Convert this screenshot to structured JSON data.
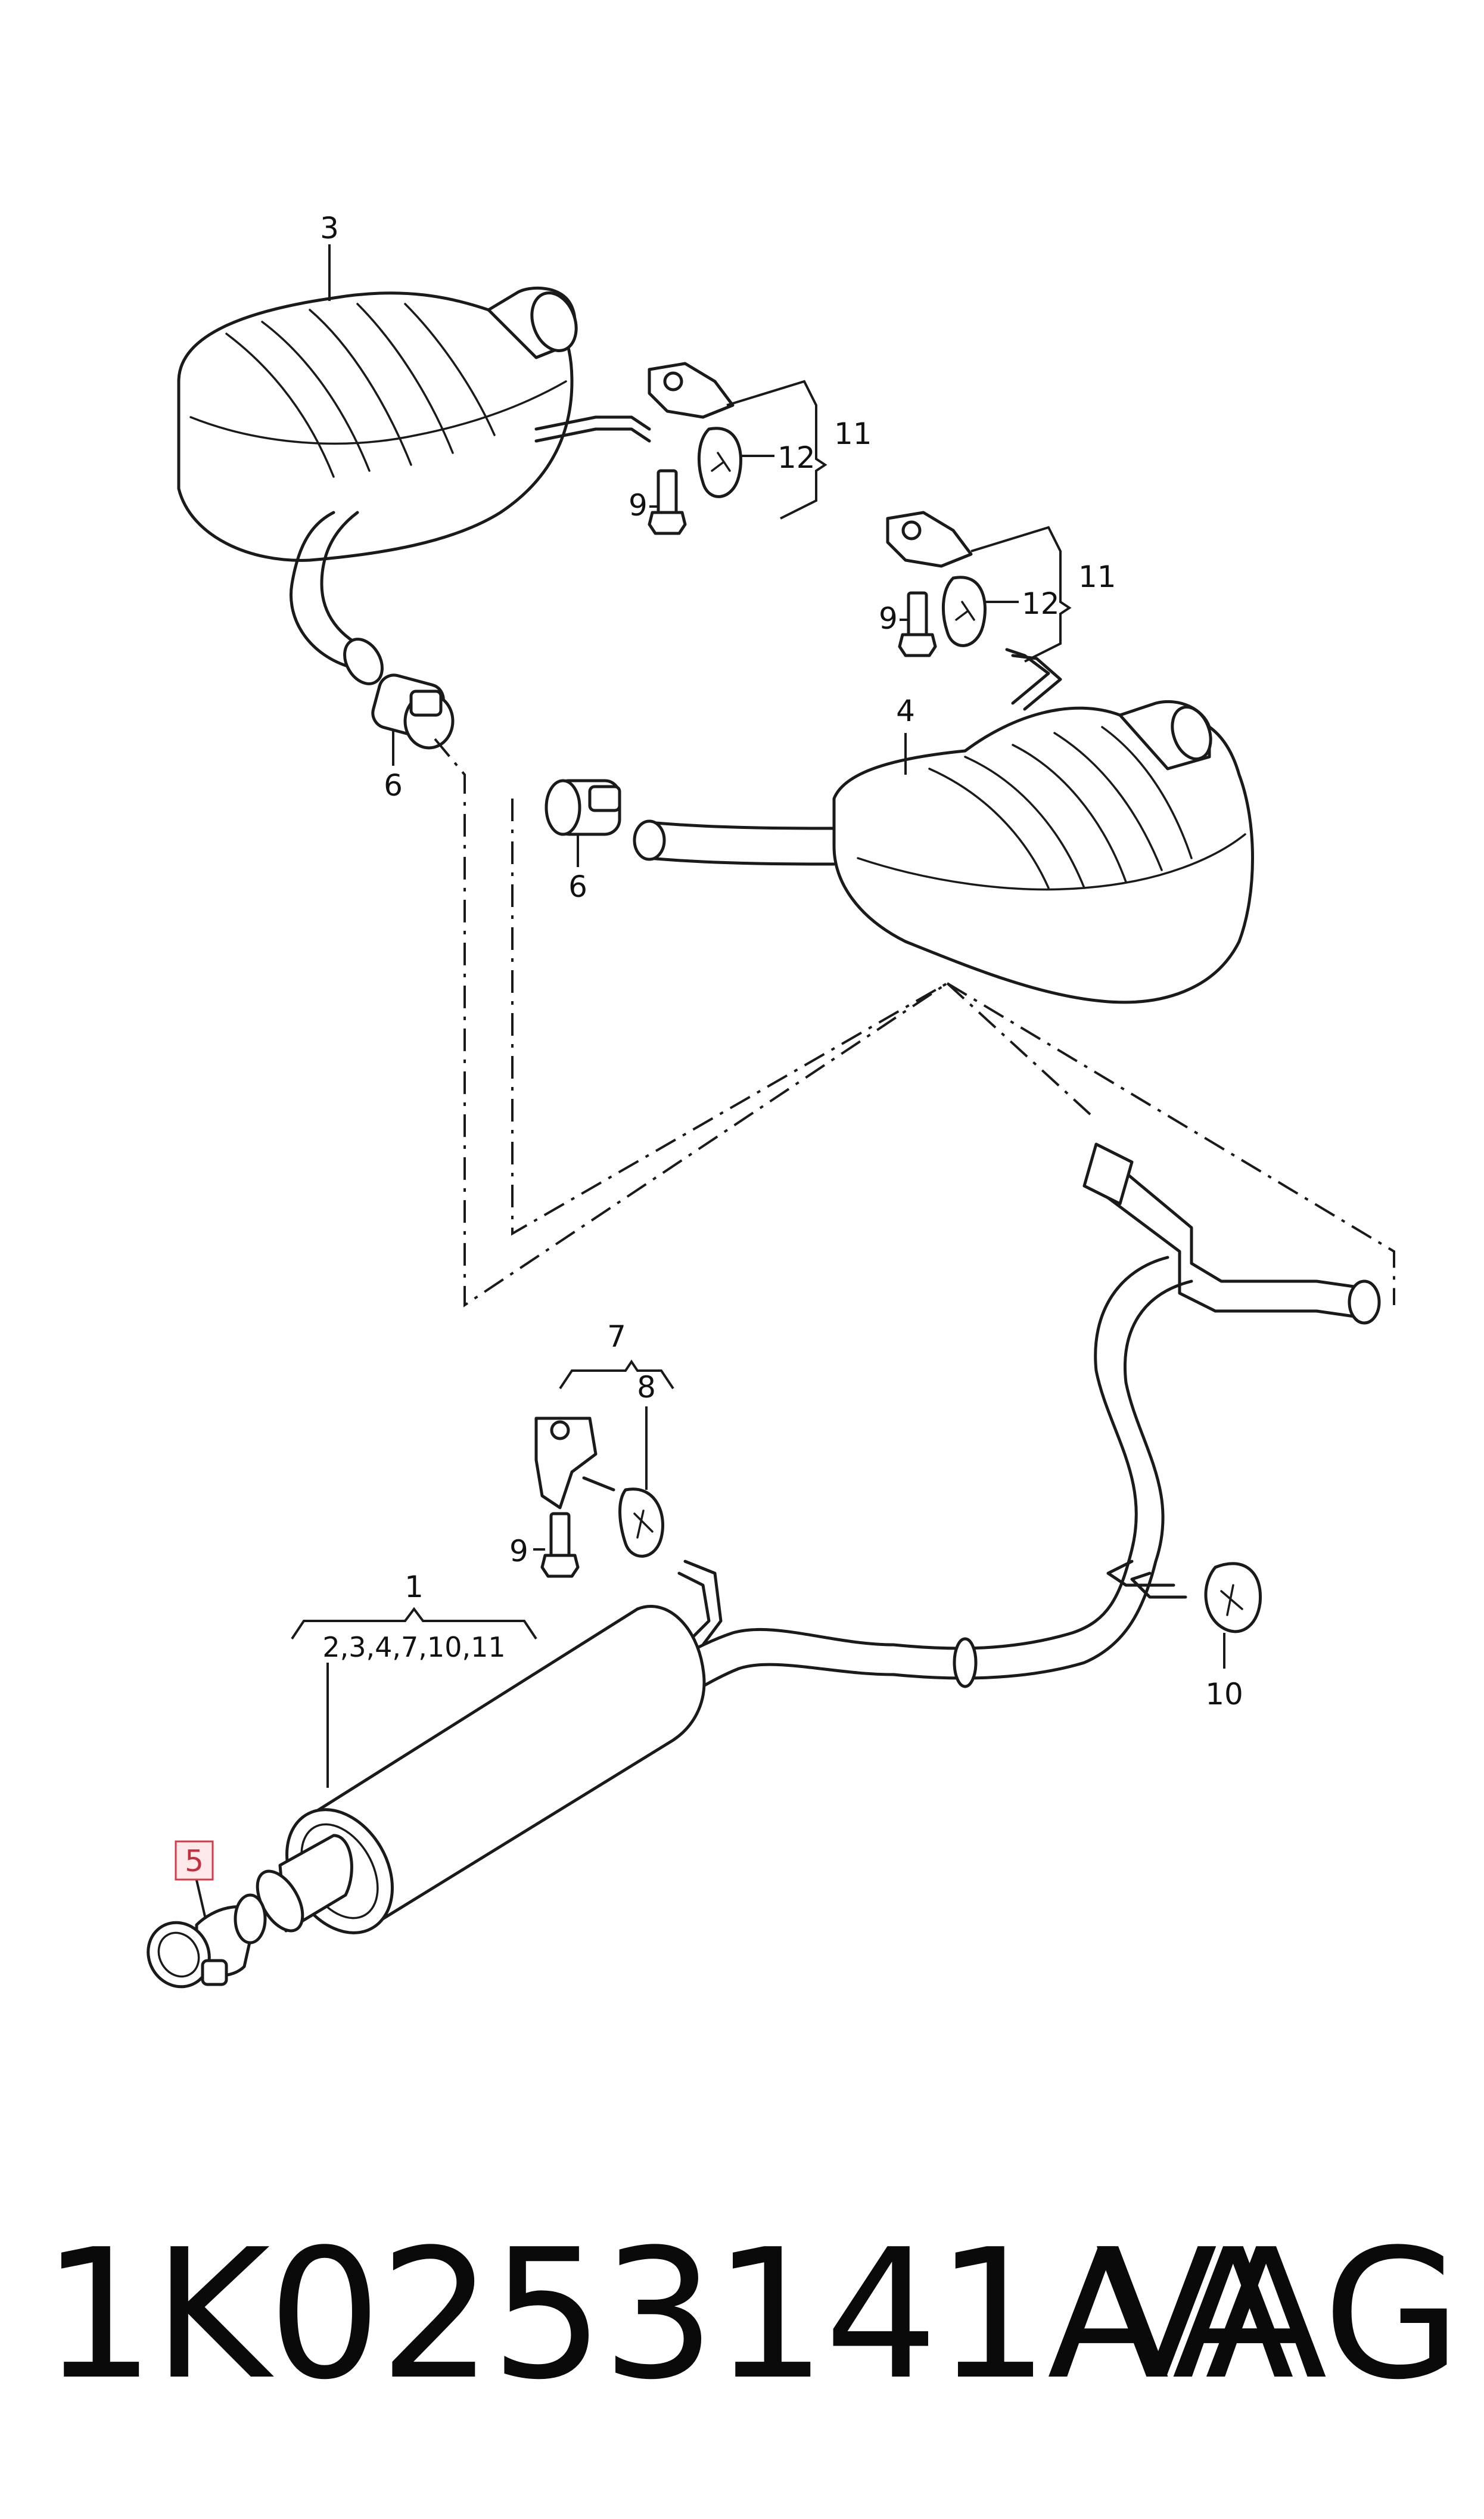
{
  "callouts": {
    "c1": "1",
    "c1_sub": "2,3,4,7,10,11",
    "c3": "3",
    "c4": "4",
    "c5": "5",
    "c6a": "6",
    "c6b": "6",
    "c7": "7",
    "c8": "8",
    "c9a": "9",
    "c9b": "9",
    "c9c": "9",
    "c10": "10",
    "c11a": "11",
    "c11b": "11",
    "c12a": "12",
    "c12b": "12"
  },
  "footer": {
    "part_number": "1K0253141AA",
    "brand": "VAG"
  },
  "highlight_color": "#d33a4a"
}
